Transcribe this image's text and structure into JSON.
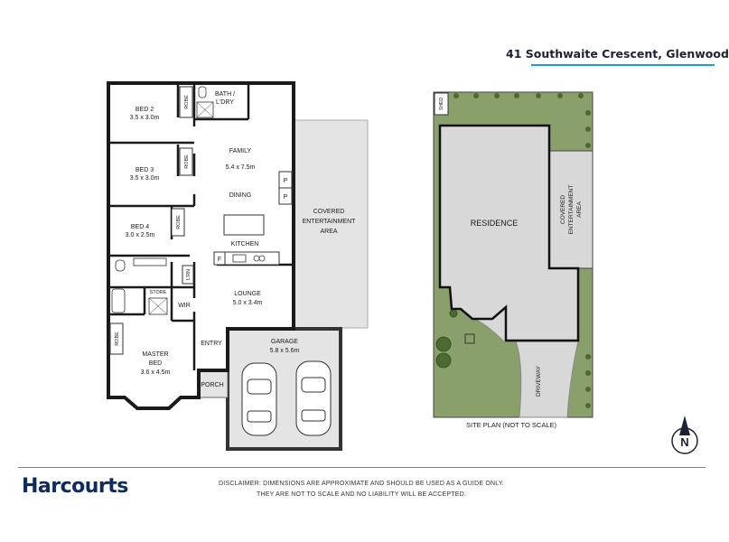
{
  "header": {
    "address": "41 Southwaite Crescent, Glenwood",
    "accent_color": "#1aa0d8"
  },
  "floor_plan": {
    "rooms": {
      "bed2": {
        "name": "BED 2",
        "size": "3.5 x 3.0m"
      },
      "bed3": {
        "name": "BED 3",
        "size": "3.5 x 3.0m"
      },
      "bed4": {
        "name": "BED 4",
        "size": "3.0 x 2.5m"
      },
      "bath": {
        "line1": "BATH /",
        "line2": "L'DRY"
      },
      "family": {
        "name": "FAMILY",
        "size": "5.4 x 7.5m"
      },
      "dining": {
        "name": "DINING"
      },
      "kitchen": {
        "name": "KITCHEN"
      },
      "covered": {
        "line1": "COVERED",
        "line2": "ENTERTAINMENT",
        "line3": "AREA"
      },
      "lounge": {
        "name": "LOUNGE",
        "size": "5.0 x 3.4m"
      },
      "garage": {
        "name": "GARAGE",
        "size": "5.8 x 5.6m"
      },
      "master": {
        "line1": "MASTER",
        "line2": "BED",
        "size": "3.6 x 4.5m"
      },
      "entry": {
        "name": "ENTRY"
      },
      "porch": {
        "name": "PORCH"
      },
      "wir": {
        "name": "WIR"
      },
      "store": {
        "name": "STORE"
      },
      "linen": {
        "name": "L'RN"
      }
    },
    "fixtures": {
      "robe": "ROBE",
      "pantry": "P",
      "fridge": "F"
    }
  },
  "site_plan": {
    "residence": "RESIDENCE",
    "covered": {
      "line1": "COVERED",
      "line2": "ENTERTAINMENT",
      "line3": "AREA"
    },
    "shed": "SHED",
    "driveway": "DRIVEWAY",
    "caption": "SITE PLAN (NOT TO SCALE)",
    "north": "N",
    "lawn_color": "#8aa06a"
  },
  "footer": {
    "logo": "Harcourts",
    "disclaimer_line1": "DISCLAIMER: DIMENSIONS ARE APPROXIMATE AND SHOULD BE USED AS A GUIDE ONLY.",
    "disclaimer_line2": "THEY ARE NOT TO SCALE AND NO LIABILITY WILL BE ACCEPTED."
  }
}
